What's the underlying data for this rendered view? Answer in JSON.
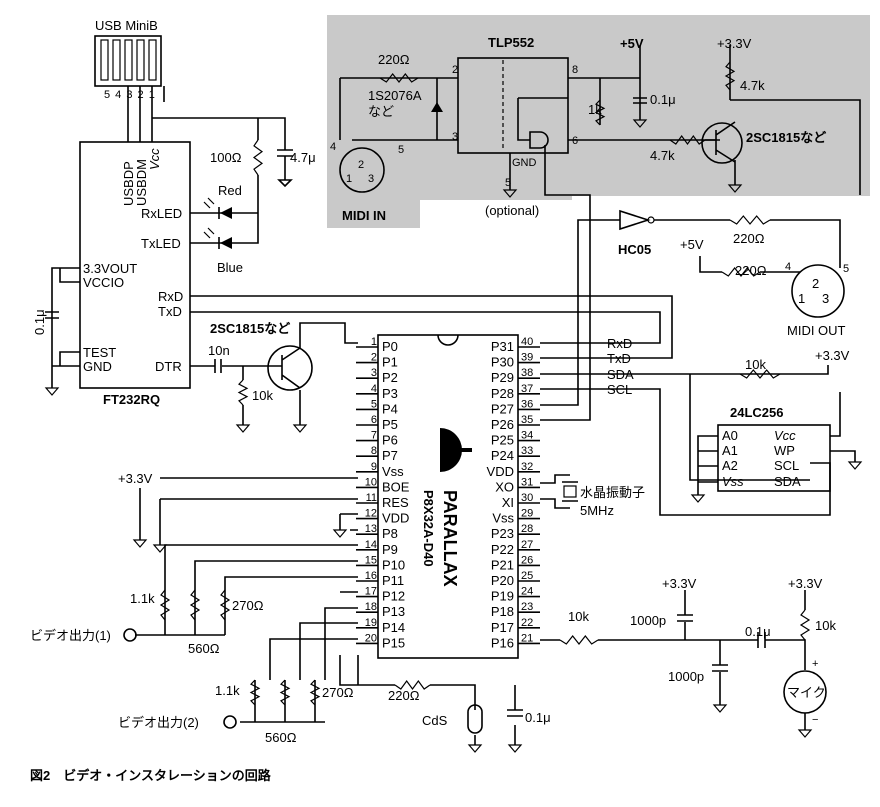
{
  "caption": "図2　ビデオ・インスタレーションの回路",
  "usb": {
    "label": "USB MiniB",
    "pins": "5 4 3 2 1"
  },
  "ft232": {
    "name": "FT232RQ",
    "top_pins": [
      "USBDP",
      "USBDM",
      "Vcc"
    ],
    "pins": {
      "rxled": "RxLED",
      "txled": "TxLED",
      "v33out": "3.3VOUT",
      "vccio": "VCCIO",
      "rxd": "RxD",
      "txd": "TxD",
      "test": "TEST",
      "gnd": "GND",
      "dtr": "DTR"
    }
  },
  "leds": {
    "red": "Red",
    "blue": "Blue"
  },
  "components": {
    "r100": "100Ω",
    "c47": "4.7μ",
    "c01_left": "0.1μ",
    "tr1": "2SC1815など",
    "c10n": "10n",
    "r10k_dtr": "10k",
    "xtal": "水晶振動子",
    "xtal_freq": "5MHz",
    "r10k_sda": "10k",
    "v33_sda": "+3.3V",
    "r10k_audio": "10k",
    "c1000p_a": "1000p",
    "c1000p_b": "1000p",
    "v33_a": "+3.3V",
    "v33_b": "+3.3V",
    "c01_mic": "0.1μ",
    "r10k_mic": "10k",
    "mic": "マイク",
    "plus": "+",
    "minus": "−",
    "video1": "ビデオ出力(1)",
    "r11k_1": "1.1k",
    "r270_1": "270Ω",
    "r560_1": "560Ω",
    "video2": "ビデオ出力(2)",
    "r11k_2": "1.1k",
    "r270_2": "270Ω",
    "r560_2": "560Ω",
    "r220_cds": "220Ω",
    "cds": "CdS",
    "c01_cds": "0.1μ",
    "v33_left": "+3.3V"
  },
  "midi_in": {
    "label": "MIDI IN",
    "opto": "TLP552",
    "r220": "220Ω",
    "diode": "1S2076A",
    "diode_note": "など",
    "pin2": "2",
    "pin3": "3",
    "pin8": "8",
    "pin6": "6",
    "pin5": "5",
    "pin4": "4",
    "pin5c": "5",
    "gnd": "GND",
    "optional": "(optional)",
    "v5": "+5V",
    "v33": "+3.3V",
    "r1k": "1k",
    "c01": "0.1μ",
    "r47k_a": "4.7k",
    "r47k_b": "4.7k",
    "tr": "2SC1815など",
    "din": [
      "1",
      "2",
      "3"
    ]
  },
  "midi_out": {
    "label": "MIDI OUT",
    "inverter": "HC05",
    "r220_a": "220Ω",
    "r220_b": "220Ω",
    "v5": "+5V",
    "pin4": "4",
    "pin5": "5",
    "din": [
      "1",
      "2",
      "3"
    ]
  },
  "eeprom": {
    "name": "24LC256",
    "left": [
      "A0",
      "A1",
      "A2",
      "Vss"
    ],
    "right": [
      "Vcc",
      "WP",
      "SCL",
      "SDA"
    ]
  },
  "prop": {
    "name": "P8X32A-D40",
    "brand": "PARALLAX",
    "left": [
      "P0",
      "P1",
      "P2",
      "P3",
      "P4",
      "P5",
      "P6",
      "P7",
      "Vss",
      "BOE",
      "RES",
      "VDD",
      "P8",
      "P9",
      "P10",
      "P11",
      "P12",
      "P13",
      "P14",
      "P15"
    ],
    "right": [
      "P31",
      "P30",
      "P29",
      "P28",
      "P27",
      "P26",
      "P25",
      "P24",
      "VDD",
      "XO",
      "XI",
      "Vss",
      "P23",
      "P22",
      "P21",
      "P20",
      "P19",
      "P18",
      "P17",
      "P16"
    ],
    "bus": {
      "rxd": "RxD",
      "txd": "TxD",
      "sda": "SDA",
      "scl": "SCL"
    }
  }
}
